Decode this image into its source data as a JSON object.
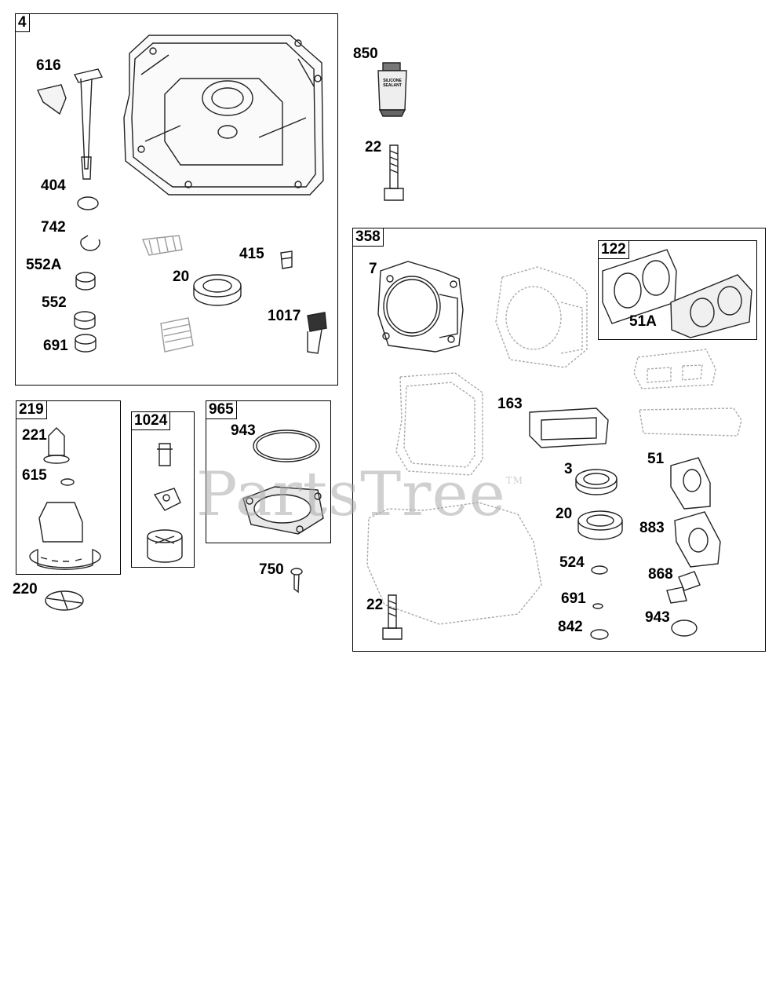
{
  "watermark": "PartsTree",
  "watermark_tm": "TM",
  "sealant_text": "SILICONE SEALANT",
  "boxes": {
    "b4": "4",
    "b219": "219",
    "b1024": "1024",
    "b965": "965",
    "b358": "358",
    "b122": "122"
  },
  "labels": {
    "l616": "616",
    "l404": "404",
    "l742": "742",
    "l552A": "552A",
    "l552": "552",
    "l691a": "691",
    "l20a": "20",
    "l415": "415",
    "l1017": "1017",
    "l850": "850",
    "l22a": "22",
    "l221": "221",
    "l615": "615",
    "l220": "220",
    "l943a": "943",
    "l750": "750",
    "l7": "7",
    "l51A": "51A",
    "l163": "163",
    "l3": "3",
    "l51": "51",
    "l20b": "20",
    "l883": "883",
    "l524": "524",
    "l868": "868",
    "l22b": "22",
    "l691b": "691",
    "l943b": "943",
    "l842": "842"
  }
}
